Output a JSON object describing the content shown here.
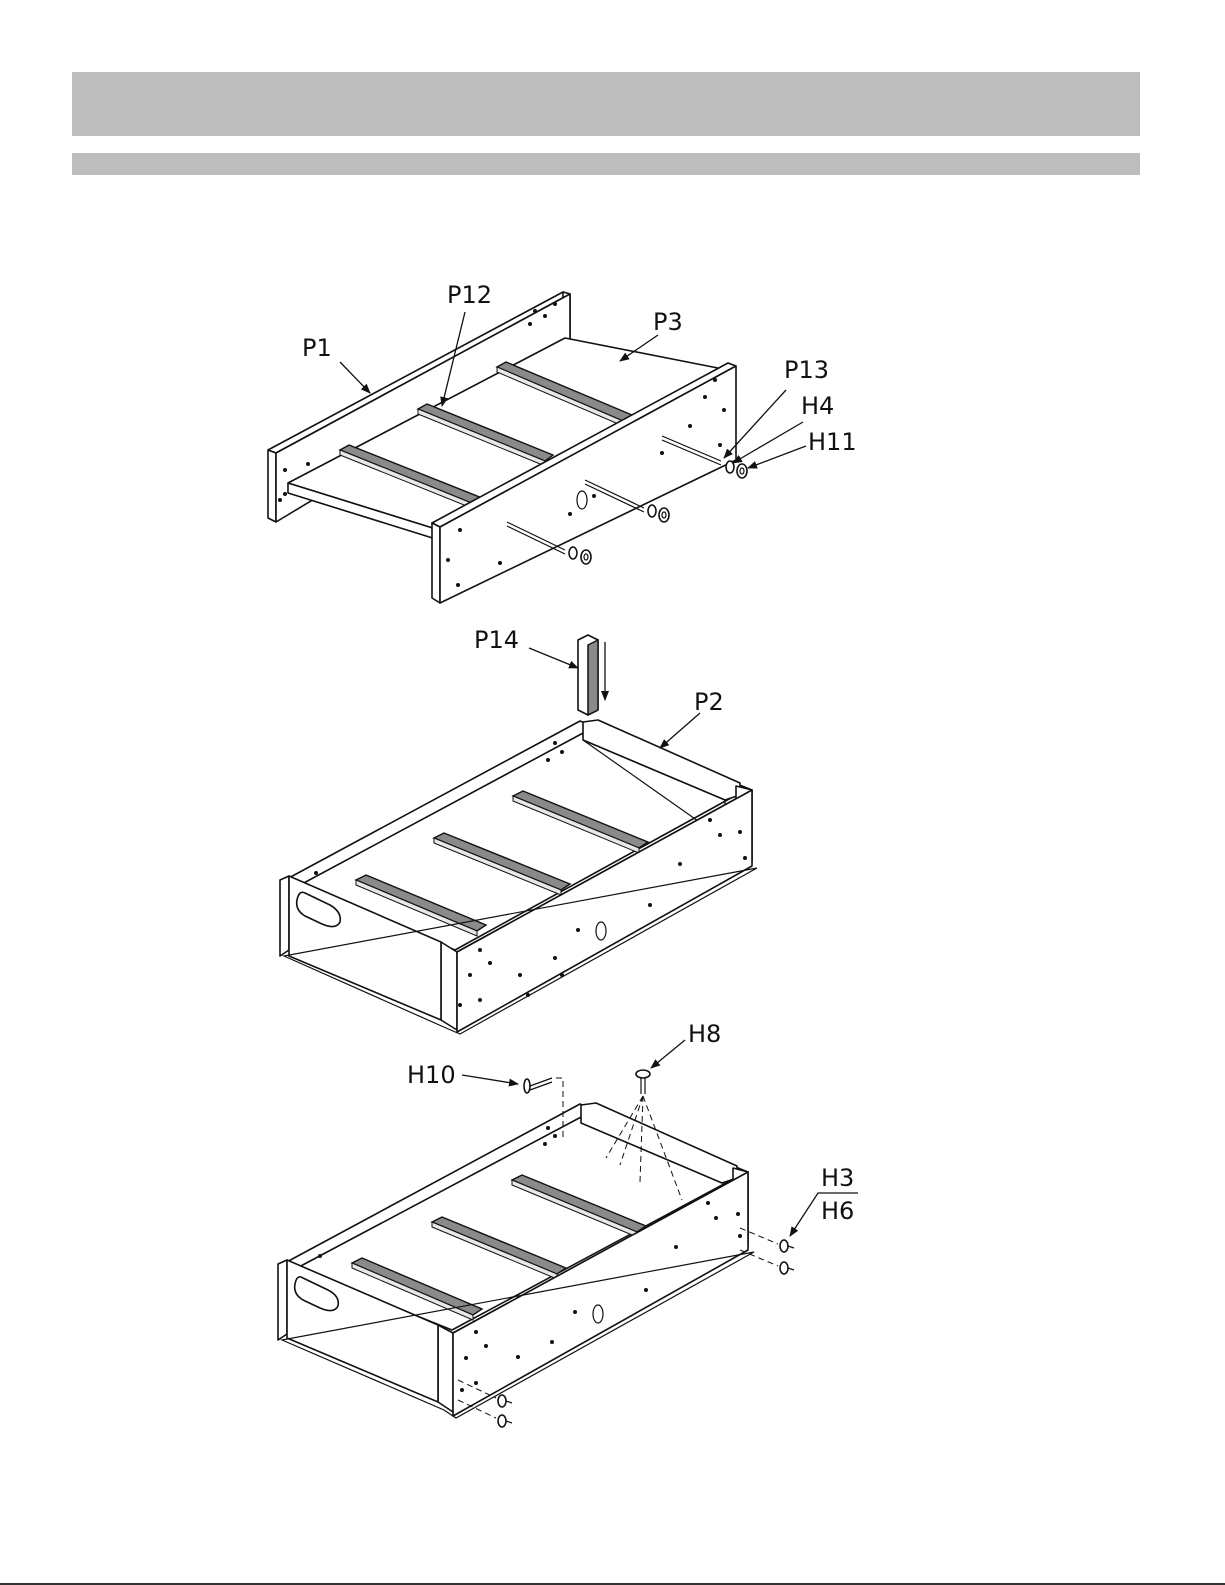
{
  "header": {
    "title": "",
    "subtitle": ""
  },
  "labels": {
    "p1": "P1",
    "p12": "P12",
    "p3": "P3",
    "p13": "P13",
    "h4": "H4",
    "h11": "H11",
    "p14": "P14",
    "p2": "P2",
    "h8": "H8",
    "h10": "H10",
    "h3": "H3",
    "h6": "H6"
  },
  "colors": {
    "banner": "#bdbdbd",
    "line": "#111111",
    "rail": "#8a8a8a"
  }
}
